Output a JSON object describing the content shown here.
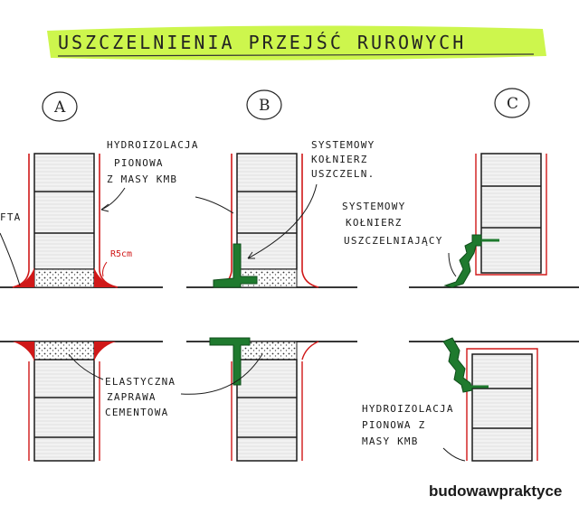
{
  "title": "USZCZELNIENIA PRZEJŚĆ RUROWYCH",
  "variants": [
    "A",
    "B",
    "C"
  ],
  "labels": {
    "a_waterproof": [
      "HYDROIZOLACJA",
      "PIONOWA",
      "Z MASY KMB"
    ],
    "a_fillet_partial": "FTA",
    "a_radius": "R5cm",
    "b_flange": [
      "SYSTEMOWY",
      "KOŁNIERZ",
      "USZCZELN."
    ],
    "c_flange": [
      "SYSTEMOWY",
      "KOŁNIERZ",
      "USZCZELNIAJĄCY"
    ],
    "elastic_mortar": [
      "ELASTYCZNA",
      "ZAPRAWA",
      "CEMENTOWA"
    ],
    "c_waterproof": [
      "HYDROIZOLACJA",
      "PIONOWA Z",
      "MASY KMB"
    ]
  },
  "brand": "budowawpraktyce",
  "colors": {
    "highlighter": "#c8f53a",
    "waterproofing": "#d01818",
    "flange": "#1f7a2e",
    "pipe_fill": "#f0f0f0",
    "line": "#1a1a1a"
  }
}
